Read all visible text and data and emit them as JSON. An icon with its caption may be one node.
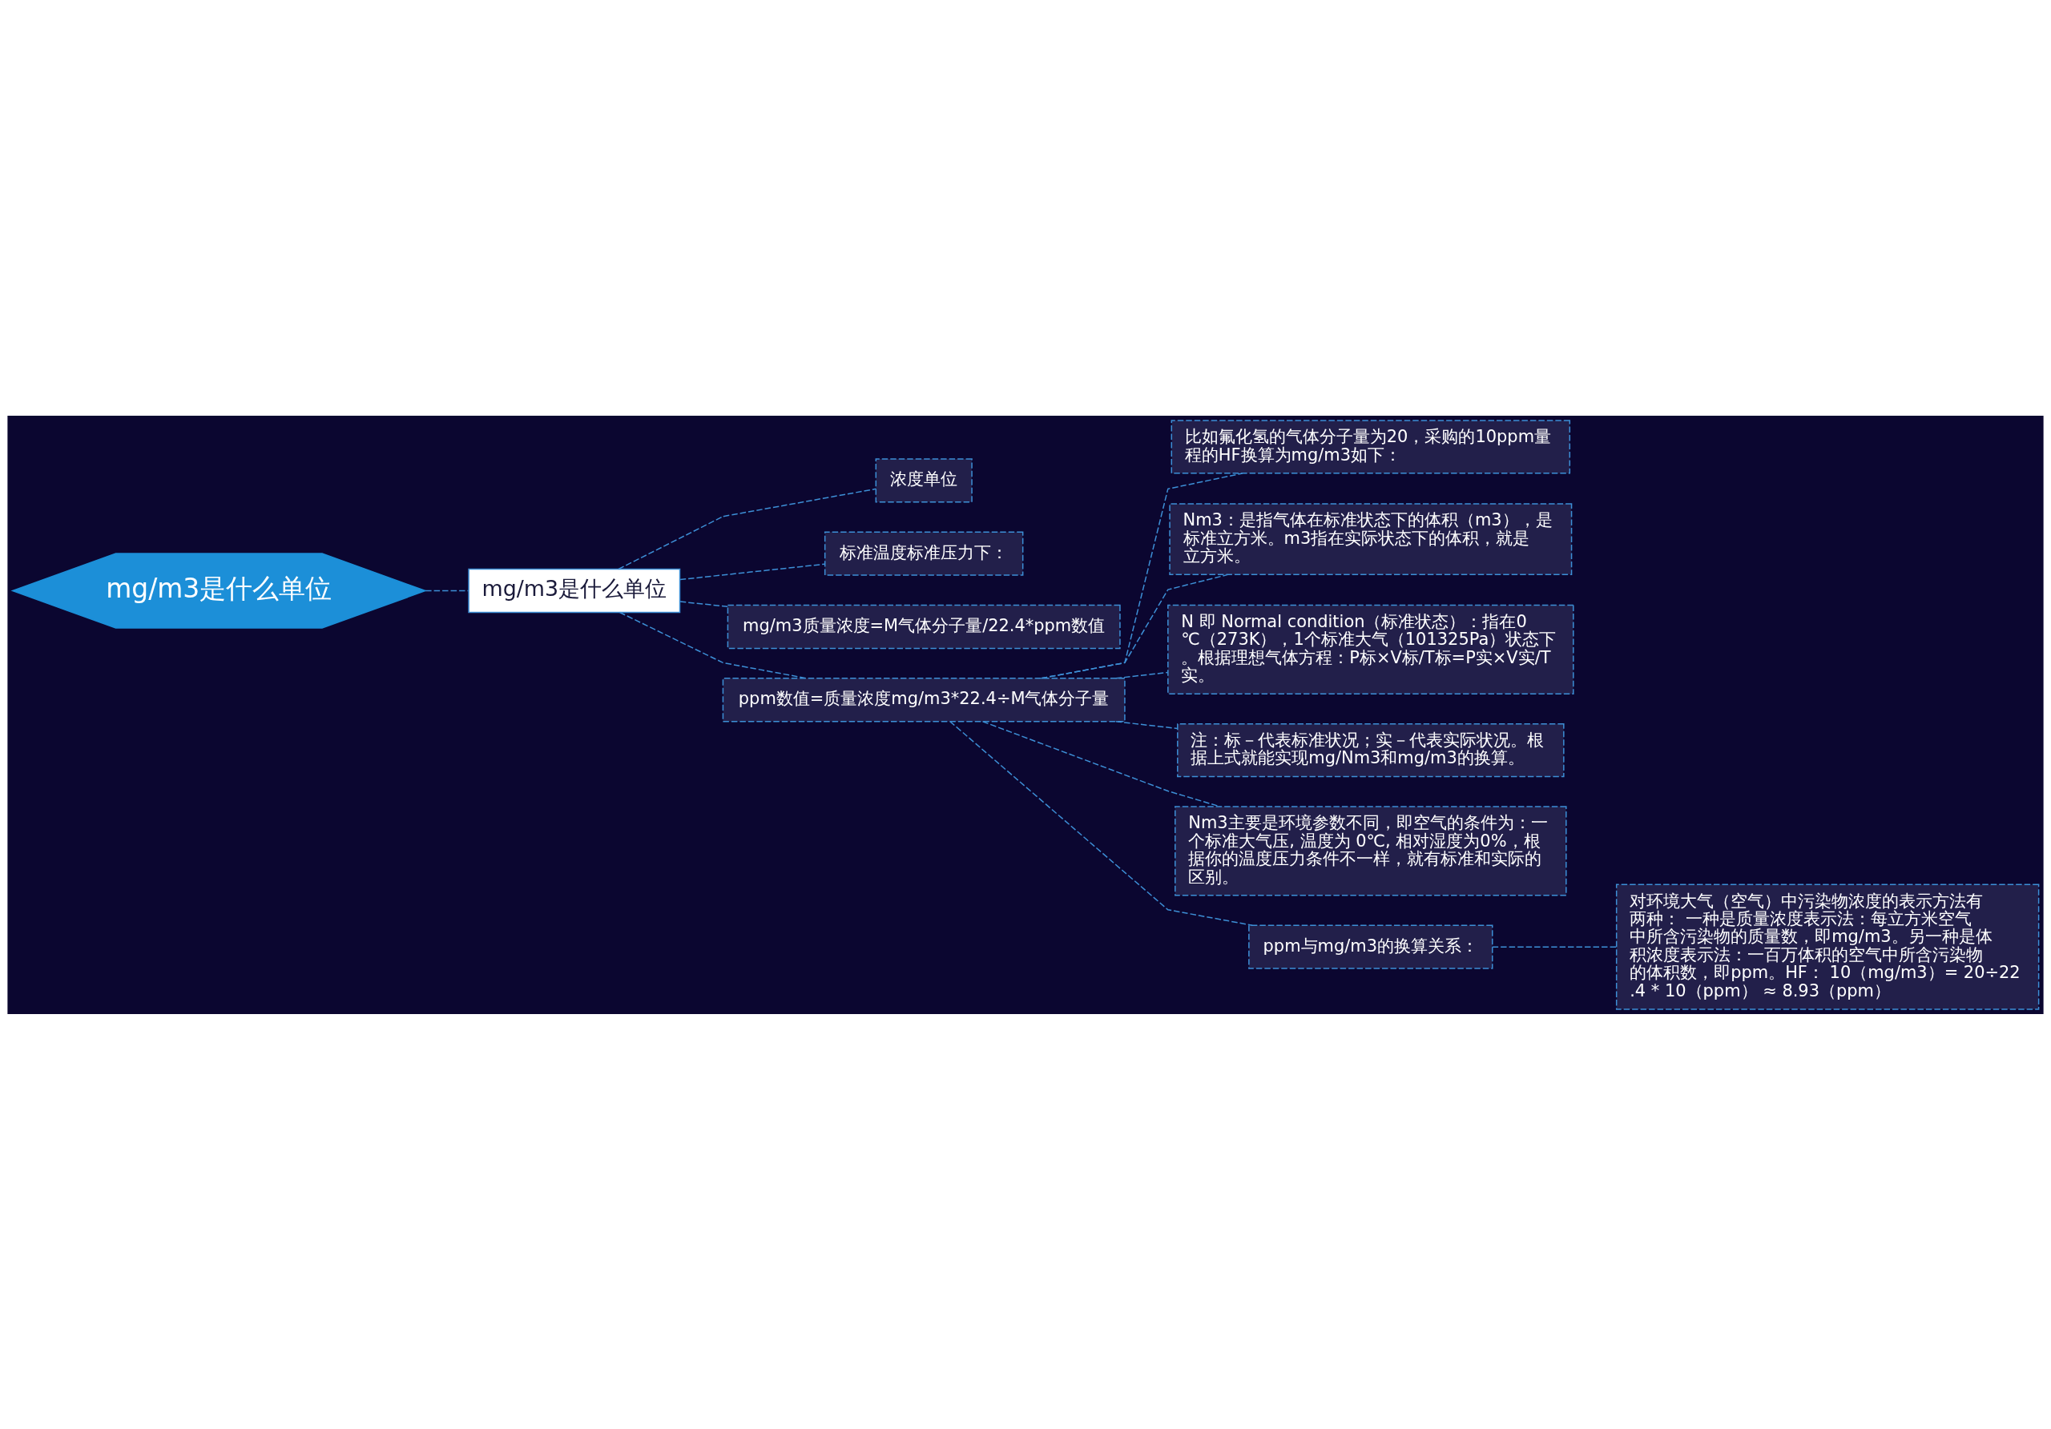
{
  "diagram": {
    "nodes": [
      {
        "text": [
          "mg/m3是什么单位"
        ]
      },
      {
        "text": [
          "mg/m3是什么单位"
        ]
      },
      {
        "text": [
          "浓度单位"
        ]
      },
      {
        "text": [
          "标准温度标准压力下："
        ]
      },
      {
        "text": [
          "mg/m3质量浓度=M气体分子量/22.4*ppm数值"
        ]
      },
      {
        "text": [
          "ppm数值=质量浓度mg/m3*22.4÷M气体分子量"
        ]
      },
      {
        "text": [
          "比如氟化氢的气体分子量为20，采购的10ppm量程的HF换算为mg/m3如下："
        ]
      },
      {
        "text": [
          "Nm3：是指气体在标准状态下的体积（m3），是标准立方米。m3指在实际状态下的体积，就是立方米。"
        ]
      },
      {
        "text": [
          "N 即 Normal condition（标准状态）：指在0℃（273K），1个标准大气（101325Pa）状态下。根据理想气体方程：P标×V标/T标=P实×V实/T实。"
        ]
      },
      {
        "text": [
          "注：标－代表标准状况；实－代表实际状况。根据上式就能实现mg/Nm3和mg/m3的换算。"
        ]
      },
      {
        "text": [
          "Nm3主要是环境参数不同，即空气的条件为：一个标准大气压, 温度为 0℃, 相对湿度为0%，根据你的温度压力条件不一样，就有标准和实际的区别。"
        ]
      },
      {
        "text": [
          "ppm与mg/m3的换算关系："
        ]
      },
      {
        "text": [
          "对环境大气（空气）中污染物浓度的表示方法有两种： 一种是质量浓度表示法：每立方米空气中所含污染物的质量数，即mg/m3。另一种是体积浓度表示法：一百万体积的空气中所含污染物的体积数，即ppm。HF： 10（mg/m3）= 20÷22.4 * 10（ppm） ≈ 8.93（ppm）"
        ]
      }
    ],
    "edges": [
      {
        "from": 0,
        "to": 1,
        "arrow": "none"
      },
      {
        "from": 1,
        "to": 2,
        "arrow": "none"
      },
      {
        "from": 1,
        "to": 3,
        "arrow": "none"
      },
      {
        "from": 1,
        "to": 4,
        "arrow": "none"
      },
      {
        "from": 1,
        "to": 5,
        "arrow": "none"
      },
      {
        "from": 5,
        "to": 6,
        "arrow": "none"
      },
      {
        "from": 5,
        "to": 7,
        "arrow": "none"
      },
      {
        "from": 5,
        "to": 8,
        "arrow": "none"
      },
      {
        "from": 5,
        "to": 9,
        "arrow": "none"
      },
      {
        "from": 5,
        "to": 10,
        "arrow": "none"
      },
      {
        "from": 5,
        "to": 11,
        "arrow": "none"
      },
      {
        "from": 11,
        "to": 12,
        "arrow": "none"
      }
    ]
  }
}
